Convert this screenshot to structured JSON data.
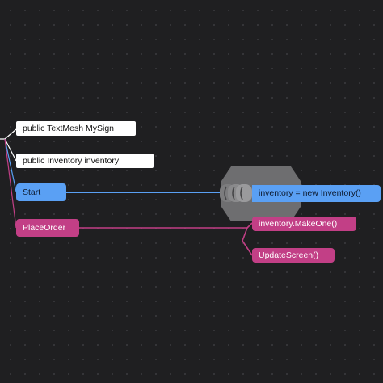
{
  "nodes": {
    "text_mesh_field": "public TextMesh MySign",
    "inventory_field": "public Inventory inventory",
    "start_method": "Start",
    "place_order_method": "PlaceOrder",
    "inventory_assign": "inventory = new Inventory()",
    "make_one_call": "inventory.MakeOne()",
    "update_screen_call": "UpdateScreen()"
  },
  "colors": {
    "background": "#1f1f21",
    "field_node": "#ffffff",
    "start_flow": "#5aa0f4",
    "place_order_flow": "#c23f86",
    "hub": "#6e6e70"
  },
  "icons": {
    "hub": "octagon-hub-icon"
  }
}
